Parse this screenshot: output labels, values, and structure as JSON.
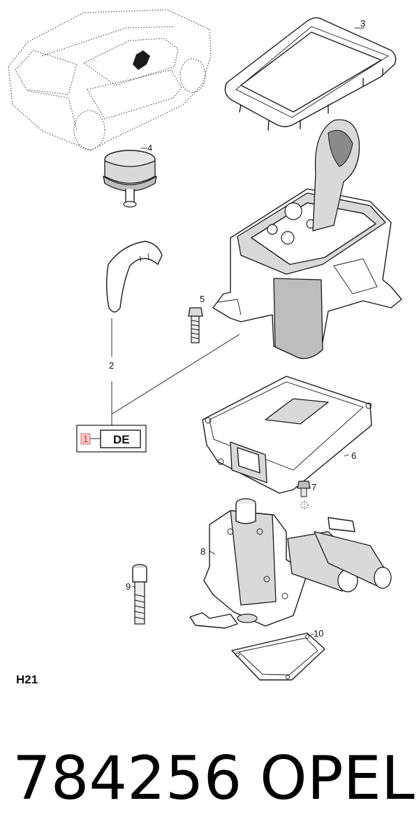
{
  "diagram": {
    "part_labels": [
      "2",
      "3",
      "4",
      "5",
      "6",
      "7",
      "8",
      "9",
      "10"
    ],
    "callout": {
      "index": "1",
      "code": "DE"
    },
    "group_code": "H21",
    "part_number": "784256",
    "brand": "OPEL"
  }
}
